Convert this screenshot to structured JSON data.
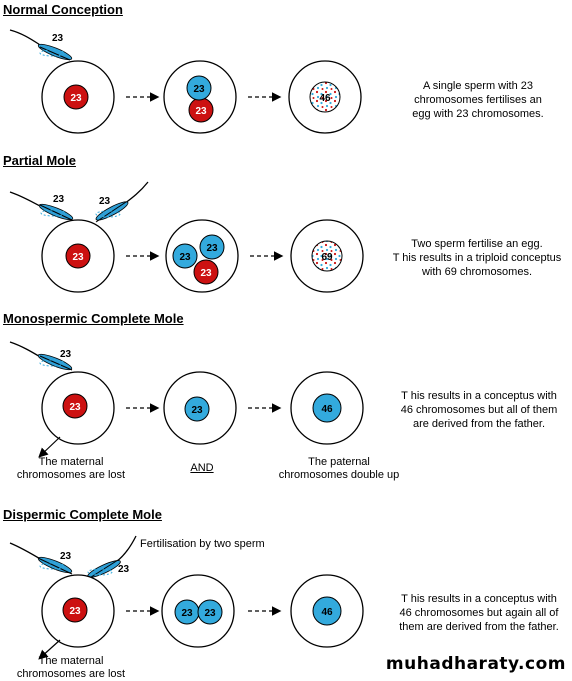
{
  "colors": {
    "maternal": "#cc1111",
    "paternal": "#33aadd",
    "sperm_head": "#2f9fd6",
    "outline": "#000000",
    "background": "#ffffff"
  },
  "sections": [
    {
      "heading": "Normal Conception",
      "sperm_labels": [
        "23"
      ],
      "nuclei": {
        "egg": "23",
        "stage2_paternal": "23",
        "stage2_maternal": "23",
        "result": "46"
      },
      "description": [
        "A single sperm with 23",
        "chromosomes fertilises an",
        "egg with 23 chromosomes."
      ]
    },
    {
      "heading": "Partial Mole",
      "sperm_labels": [
        "23",
        "23"
      ],
      "nuclei": {
        "egg": "23",
        "stage2_paternal_1": "23",
        "stage2_paternal_2": "23",
        "stage2_maternal": "23",
        "result": "69"
      },
      "description": [
        "Two sperm fertilise an egg.",
        "T his results in a triploid conceptus",
        "with 69 chromosomes."
      ]
    },
    {
      "heading": "Monospermic Complete Mole",
      "sperm_labels": [
        "23"
      ],
      "nuclei": {
        "egg": "23",
        "stage2_paternal": "23",
        "result": "46"
      },
      "caption_left": [
        "The  maternal",
        "chromosomes   are lost"
      ],
      "caption_mid": "AND",
      "caption_right": [
        "The  paternal",
        "chromosomes   double up"
      ],
      "description": [
        "T his results in a conceptus with",
        "46 chromosomes but all of them",
        "are derived from the father."
      ]
    },
    {
      "heading": "Dispermic Complete Mole",
      "sperm_labels": [
        "23",
        "23"
      ],
      "note": "Fertilisation by two sperm",
      "nuclei": {
        "egg": "23",
        "stage2_paternal_1": "23",
        "stage2_paternal_2": "23",
        "result": "46"
      },
      "caption_left": [
        "The  maternal",
        "chromosomes   are lost"
      ],
      "description": [
        "T his results in a conceptus with",
        "46 chromosomes but again all of",
        "them are derived from the father."
      ]
    }
  ],
  "watermark": "muhadharaty.com"
}
